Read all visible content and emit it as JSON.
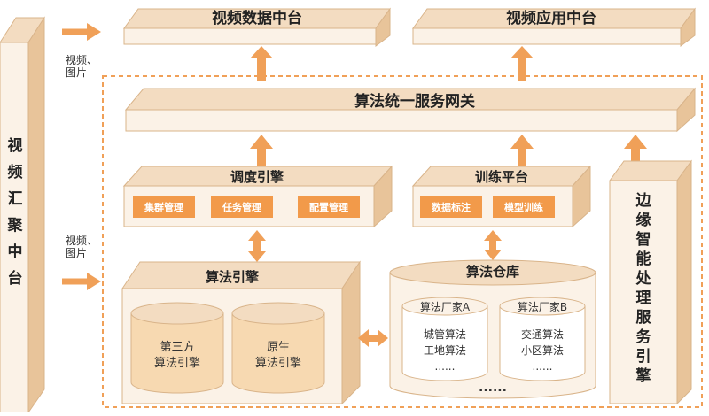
{
  "colors": {
    "box_front": "#FBF2E7",
    "box_top": "#F3DCC1",
    "box_side": "#E8C49A",
    "edge": "#D9B48A",
    "accent": "#F0A058",
    "tag": "#F29A4A",
    "dash": "#F0A058"
  },
  "left_platform": {
    "label": "视频汇聚中台"
  },
  "side_labels": {
    "top": "视频、\n图片",
    "bottom": "视频、\n图片"
  },
  "top_boxes": {
    "data_platform": "视频数据中台",
    "app_platform": "视频应用中台"
  },
  "gateway": {
    "label": "算法统一服务网关"
  },
  "scheduler": {
    "title": "调度引擎",
    "tags": [
      "集群管理",
      "任务管理",
      "配置管理"
    ]
  },
  "training": {
    "title": "训练平台",
    "tags": [
      "数据标注",
      "模型训练"
    ]
  },
  "edge_engine": {
    "label": "边缘智能处理服务引擎"
  },
  "algo_engine": {
    "title": "算法引擎",
    "cyl1": "第三方\n算法引擎",
    "cyl2": "原生\n算法引擎"
  },
  "warehouse": {
    "title": "算法仓库",
    "vendor_a": {
      "title": "算法厂家A",
      "items": [
        "城管算法",
        "工地算法",
        "......"
      ]
    },
    "vendor_b": {
      "title": "算法厂家B",
      "items": [
        "交通算法",
        "小区算法",
        "......"
      ]
    },
    "more": "......"
  }
}
